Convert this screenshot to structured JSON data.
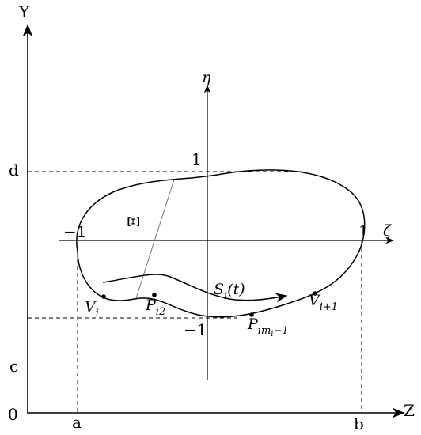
{
  "outer_axes": {
    "y_label": "Y",
    "z_label": "Z",
    "origin_label": "0",
    "tick_a": "a",
    "tick_b": "b",
    "tick_c": "c",
    "tick_d": "d"
  },
  "inner_axes": {
    "eta_label": "η",
    "zeta_label": "ζ",
    "one_top": "1",
    "neg_one_left": "−1",
    "one_right": "1",
    "neg_one_bottom": "−1"
  },
  "region_label": "Ξ",
  "points": {
    "v_i": {
      "base": "V",
      "sub": "i"
    },
    "p_i2": {
      "base": "P",
      "sub": "i2"
    },
    "p_imi": {
      "base": "P",
      "sub": "im",
      "subsub": "i",
      "tail": "−1"
    },
    "v_i1": {
      "base": "V",
      "sub": "i+1"
    }
  },
  "curve_label": {
    "base": "S",
    "sub": "i",
    "arg": "(t)"
  }
}
